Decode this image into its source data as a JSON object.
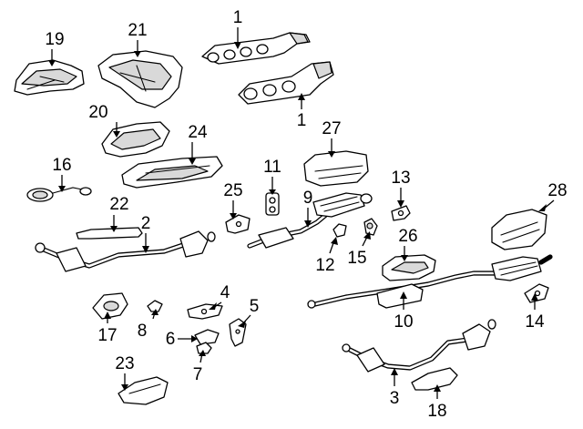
{
  "callouts": {
    "c1a": "1",
    "c1b": "1",
    "c2": "2",
    "c3": "3",
    "c4": "4",
    "c5": "5",
    "c6": "6",
    "c7": "7",
    "c8": "8",
    "c9": "9",
    "c10": "10",
    "c11": "11",
    "c12": "12",
    "c13": "13",
    "c14": "14",
    "c15": "15",
    "c16": "16",
    "c17": "17",
    "c18": "18",
    "c19": "19",
    "c20": "20",
    "c21": "21",
    "c22": "22",
    "c23": "23",
    "c24": "24",
    "c25": "25",
    "c26": "26",
    "c27": "27",
    "c28": "28"
  },
  "colors": {
    "line": "#000000",
    "background": "#ffffff",
    "shade": "#d9d9d9"
  }
}
